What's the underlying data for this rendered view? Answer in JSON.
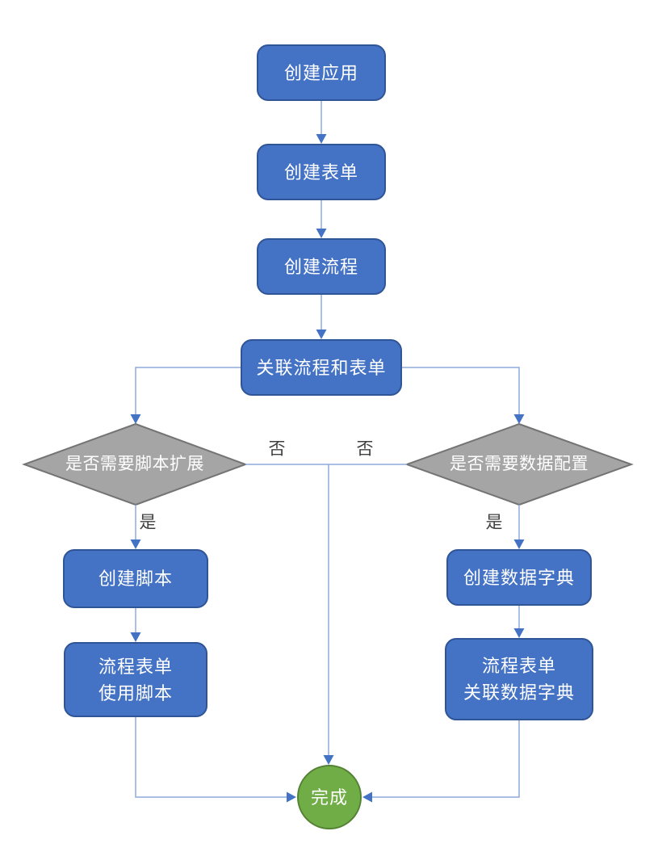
{
  "diagram": {
    "type": "flowchart",
    "background": "#FFFFFF"
  },
  "colors": {
    "process_fill": "#4472C4",
    "process_border": "#2F5597",
    "decision_fill": "#A5A5A5",
    "decision_border": "#747474",
    "terminal_fill": "#70AD47",
    "terminal_border": "#548235",
    "connector_line": "#8FAADC",
    "connector_arrow": "#4472C4",
    "shape_text": "#FFFFFF",
    "label_text": "#404040"
  },
  "nodes": {
    "create_app": {
      "label": "创建应用",
      "type": "process"
    },
    "create_form": {
      "label": "创建表单",
      "type": "process"
    },
    "create_flow": {
      "label": "创建流程",
      "type": "process"
    },
    "link_flow_form": {
      "label": "关联流程和表单",
      "type": "process"
    },
    "decision_script": {
      "label": "是否需要脚本扩展",
      "type": "decision"
    },
    "decision_data": {
      "label": "是否需要数据配置",
      "type": "decision"
    },
    "create_script": {
      "label": "创建脚本",
      "type": "process"
    },
    "form_use_script": {
      "label": "流程表单\n使用脚本",
      "type": "process"
    },
    "create_dict": {
      "label": "创建数据字典",
      "type": "process"
    },
    "form_link_dict": {
      "label": "流程表单\n关联数据字典",
      "type": "process"
    },
    "done": {
      "label": "完成",
      "type": "terminal"
    }
  },
  "edge_labels": {
    "decision_script_no": "否",
    "decision_data_no": "否",
    "decision_script_yes": "是",
    "decision_data_yes": "是"
  }
}
